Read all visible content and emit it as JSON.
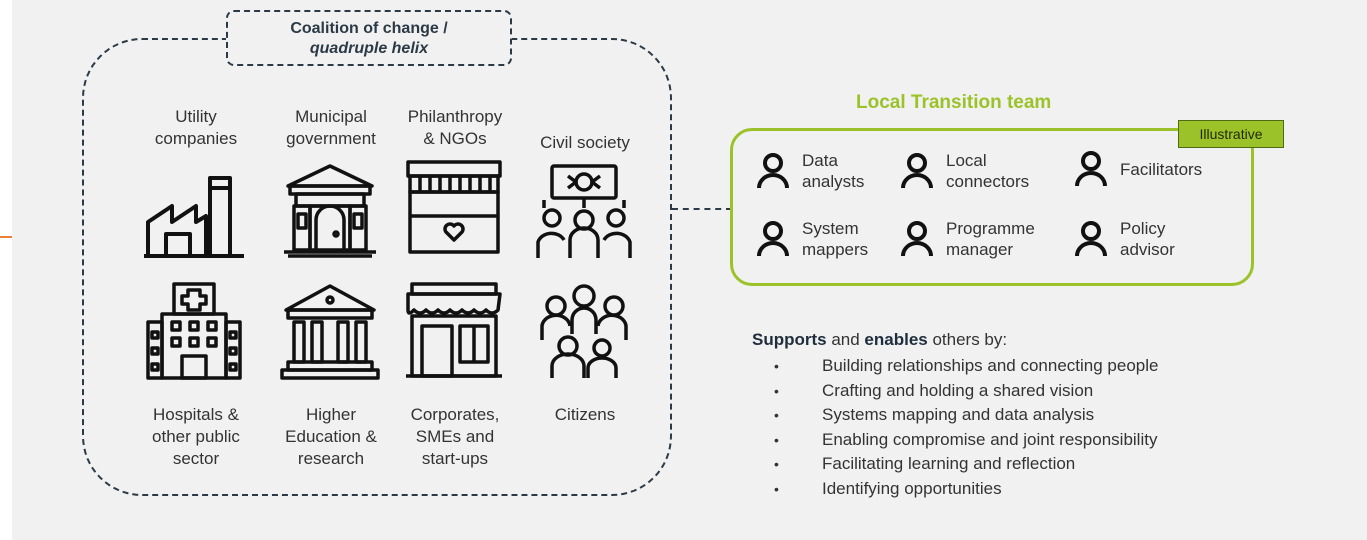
{
  "coalition": {
    "title_line1": "Coalition of change /",
    "title_line2": "quadruple helix",
    "top": [
      {
        "label": "Utility\ncompanies",
        "icon": "factory-icon"
      },
      {
        "label": "Municipal\ngovernment",
        "icon": "government-building-icon"
      },
      {
        "label": "Philanthropy\n& NGOs",
        "icon": "charity-icon"
      },
      {
        "label": "Civil society",
        "icon": "protest-icon"
      }
    ],
    "bottom": [
      {
        "label": "Hospitals &\nother public\nsector",
        "icon": "hospital-icon"
      },
      {
        "label": "Higher\nEducation &\nresearch",
        "icon": "university-icon"
      },
      {
        "label": "Corporates,\nSMEs and\nstart-ups",
        "icon": "store-icon"
      },
      {
        "label": "Citizens",
        "icon": "people-group-icon"
      }
    ]
  },
  "team": {
    "title": "Local Transition team",
    "badge": "Illustrative",
    "roles": [
      {
        "label": "Data\nanalysts",
        "icon": "person-icon"
      },
      {
        "label": "Local\nconnectors",
        "icon": "person-icon"
      },
      {
        "label": "Facilitators",
        "icon": "person-icon"
      },
      {
        "label": "System\nmappers",
        "icon": "person-icon"
      },
      {
        "label": "Programme\nmanager",
        "icon": "person-icon"
      },
      {
        "label": "Policy\nadvisor",
        "icon": "person-icon"
      }
    ]
  },
  "supports": {
    "word1": "Supports",
    "and": " and ",
    "word2": "enables",
    "rest": " others by:",
    "items": [
      "Building relationships and connecting people",
      "Crafting and holding a shared vision",
      "Systems mapping and data analysis",
      "Enabling compromise and joint responsibility",
      "Facilitating learning and reflection",
      "Identifying opportunities"
    ]
  },
  "colors": {
    "accent_green": "#9cc229",
    "dark_line": "#2b3a46",
    "orange_mark": "#e8823a"
  }
}
